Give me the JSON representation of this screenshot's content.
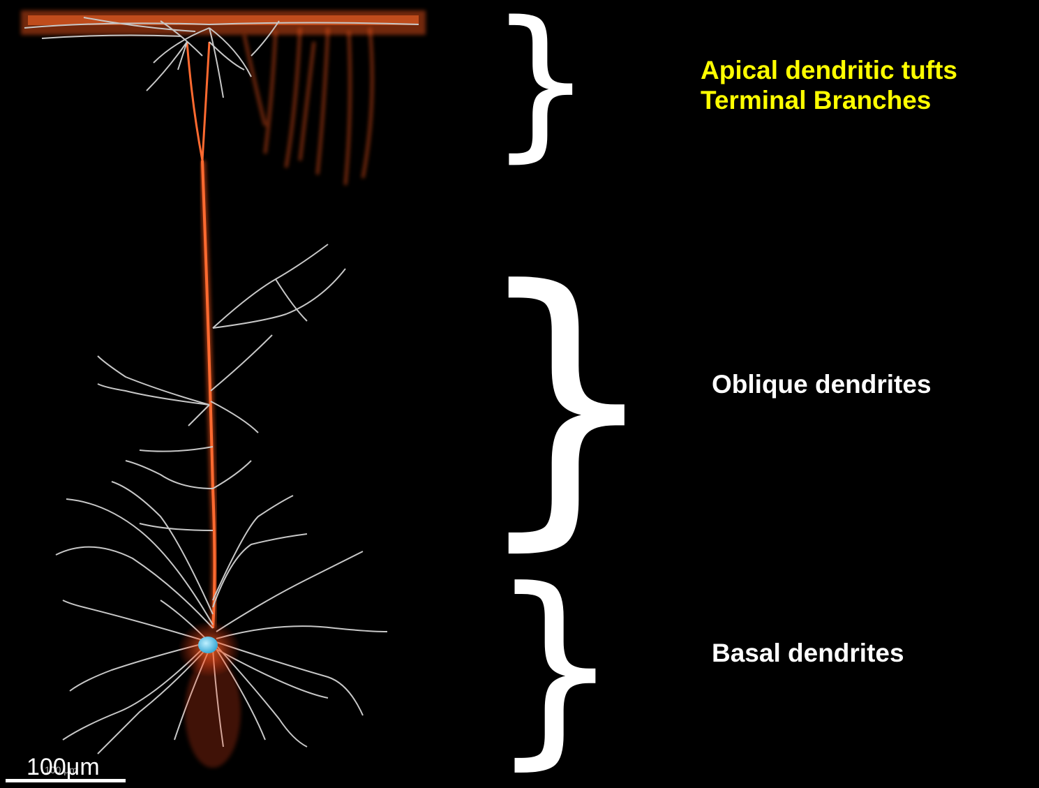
{
  "labels": {
    "apical_line1": "Apical dendritic tufts",
    "apical_line2": "Terminal Branches",
    "oblique": "Oblique dendrites",
    "basal": "Basal dendrites"
  },
  "scale_bar": {
    "label": "100μm",
    "small_label": "100 μm"
  },
  "colors": {
    "background": "#000000",
    "apical_label": "#ffff00",
    "other_labels": "#ffffff",
    "dendrite_fluorescence": "#ff5a1e",
    "traced_dendrites": "#c8c8c8",
    "soma": "#4fc3e8"
  }
}
